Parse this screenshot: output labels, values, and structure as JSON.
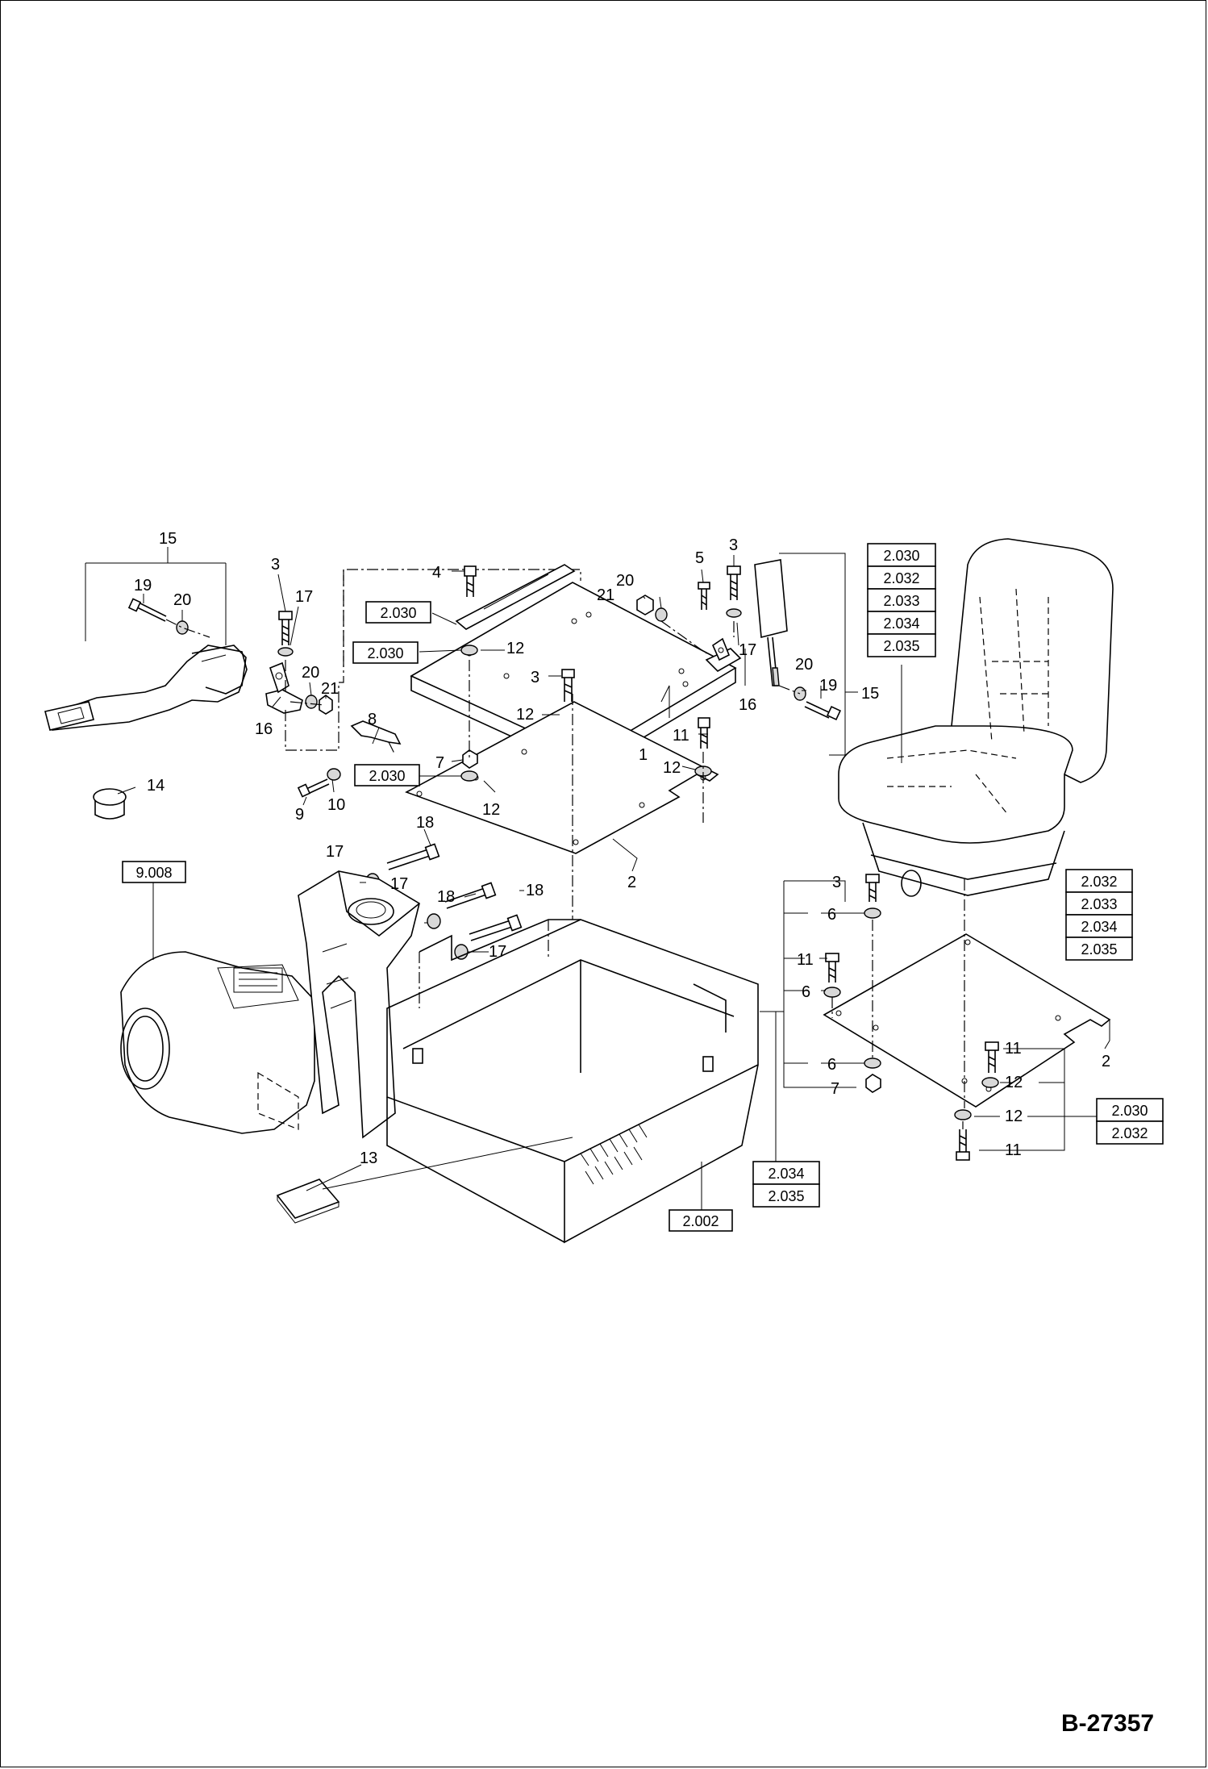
{
  "drawing": {
    "document_id": "B-27357",
    "labels": [
      {
        "key": "15a",
        "text": "15"
      },
      {
        "key": "19a",
        "text": "19"
      },
      {
        "key": "20a",
        "text": "20"
      },
      {
        "key": "3a",
        "text": "3"
      },
      {
        "key": "17a",
        "text": "17"
      },
      {
        "key": "20b",
        "text": "20"
      },
      {
        "key": "21a",
        "text": "21"
      },
      {
        "key": "16a",
        "text": "16"
      },
      {
        "key": "4",
        "text": "4"
      },
      {
        "key": "12a",
        "text": "12"
      },
      {
        "key": "3b",
        "text": "3"
      },
      {
        "key": "12b",
        "text": "12"
      },
      {
        "key": "8",
        "text": "8"
      },
      {
        "key": "11a",
        "text": "11"
      },
      {
        "key": "12c",
        "text": "12"
      },
      {
        "key": "1",
        "text": "1"
      },
      {
        "key": "7a",
        "text": "7"
      },
      {
        "key": "12d",
        "text": "12"
      },
      {
        "key": "9",
        "text": "9"
      },
      {
        "key": "10",
        "text": "10"
      },
      {
        "key": "14",
        "text": "14"
      },
      {
        "key": "2a",
        "text": "2"
      },
      {
        "key": "18a",
        "text": "18"
      },
      {
        "key": "17b",
        "text": "17"
      },
      {
        "key": "18b",
        "text": "18"
      },
      {
        "key": "17c",
        "text": "17"
      },
      {
        "key": "18c",
        "text": "18"
      },
      {
        "key": "17d",
        "text": "17"
      },
      {
        "key": "5",
        "text": "5"
      },
      {
        "key": "3c",
        "text": "3"
      },
      {
        "key": "20c",
        "text": "20"
      },
      {
        "key": "21b",
        "text": "21"
      },
      {
        "key": "17e",
        "text": "17"
      },
      {
        "key": "16b",
        "text": "16"
      },
      {
        "key": "20d",
        "text": "20"
      },
      {
        "key": "19b",
        "text": "19"
      },
      {
        "key": "15b",
        "text": "15"
      },
      {
        "key": "3d",
        "text": "3"
      },
      {
        "key": "6a",
        "text": "6"
      },
      {
        "key": "11b",
        "text": "11"
      },
      {
        "key": "6b",
        "text": "6"
      },
      {
        "key": "6c",
        "text": "6"
      },
      {
        "key": "7b",
        "text": "7"
      },
      {
        "key": "11c",
        "text": "11"
      },
      {
        "key": "12e",
        "text": "12"
      },
      {
        "key": "12f",
        "text": "12"
      },
      {
        "key": "11d",
        "text": "11"
      },
      {
        "key": "2b",
        "text": "2"
      },
      {
        "key": "13",
        "text": "13"
      }
    ],
    "references": {
      "ref_2030_a": "2.030",
      "ref_2030_b": "2.030",
      "ref_2030_c": "2.030",
      "ref_9008": "9.008",
      "ref_2002": "2.002",
      "seat_refs": [
        "2.030",
        "2.032",
        "2.033",
        "2.034",
        "2.035"
      ],
      "plate_refs": [
        "2.032",
        "2.033",
        "2.034",
        "2.035"
      ],
      "lower_refs": [
        "2.030",
        "2.032"
      ],
      "box_refs": [
        "2.034",
        "2.035"
      ]
    }
  }
}
